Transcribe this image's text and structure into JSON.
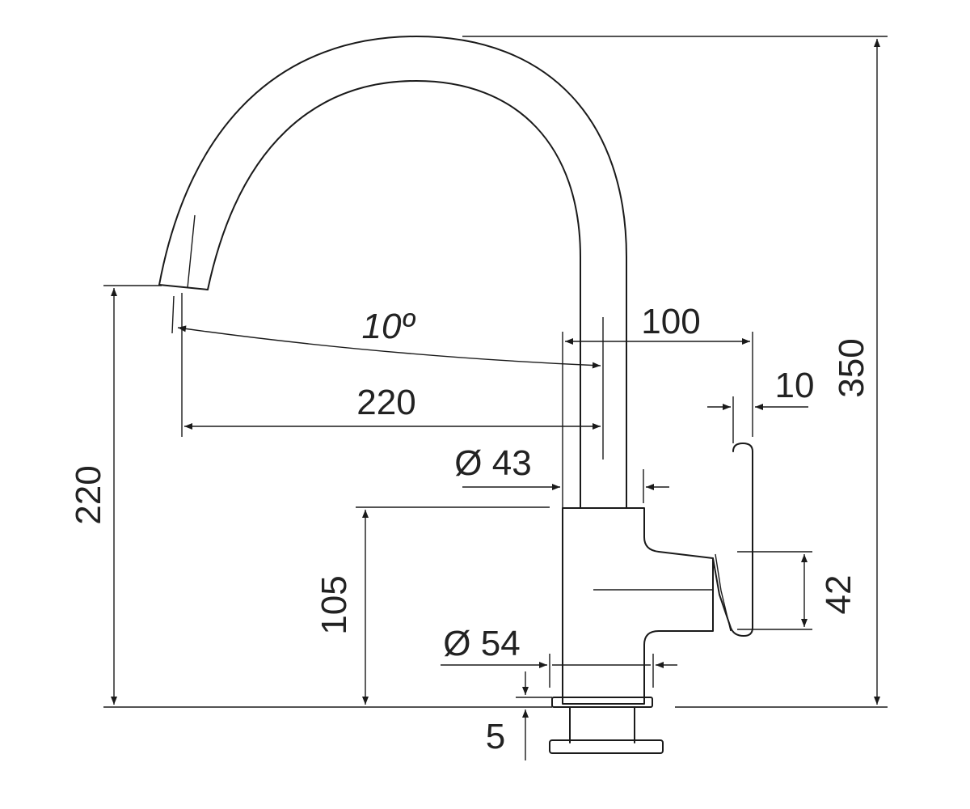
{
  "colors": {
    "line": "#1a1a1a",
    "text": "#222222",
    "background": "#ffffff"
  },
  "dimensions": {
    "total_height": "350",
    "spout_height": "220",
    "spout_reach": "220",
    "spout_angle": "10º",
    "lever_offset": "100",
    "lever_thickness": "10",
    "tube_diameter": "Ø 43",
    "base_height": "105",
    "lever_height": "42",
    "base_diameter": "Ø 54",
    "base_plate_thickness": "5"
  }
}
